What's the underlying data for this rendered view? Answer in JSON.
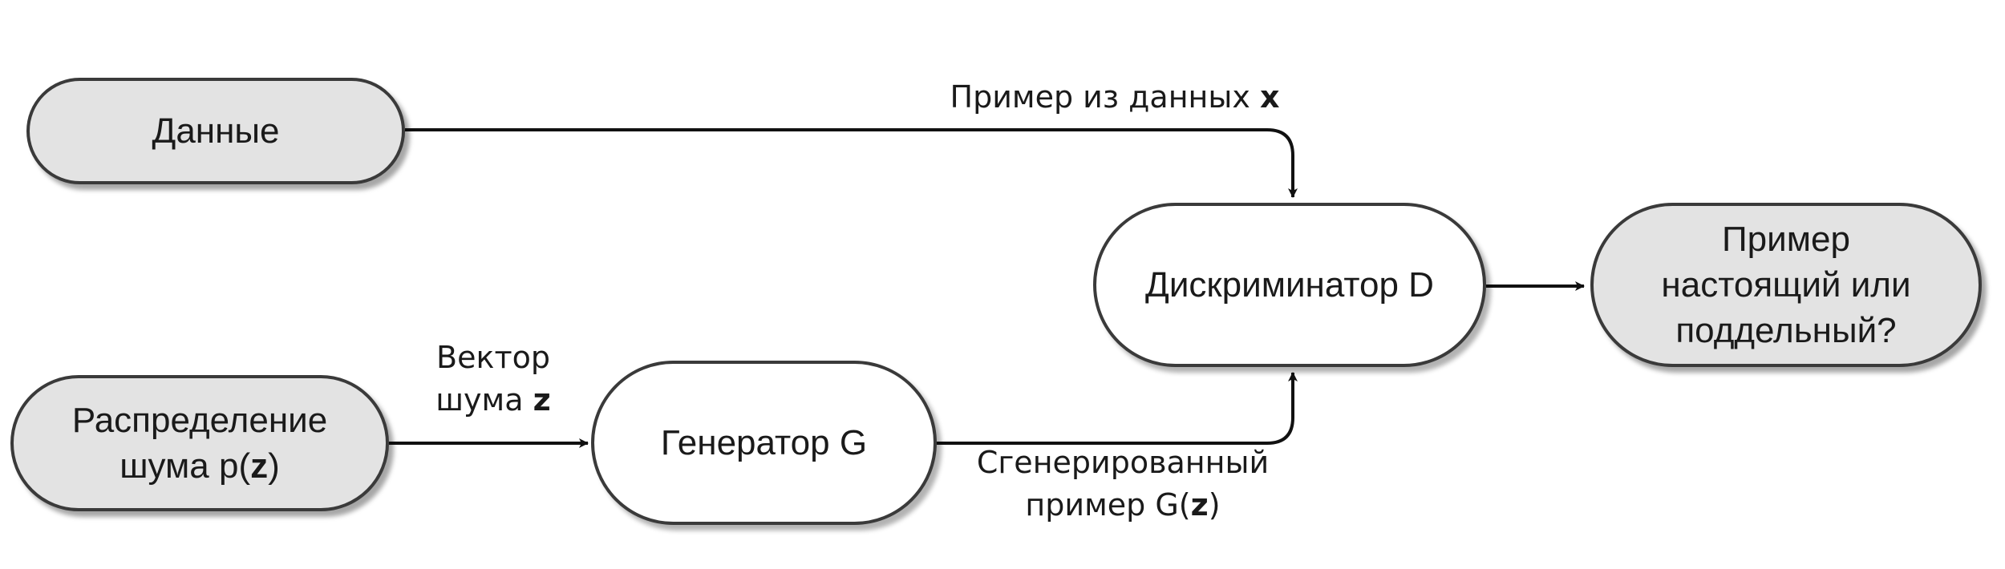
{
  "nodes": {
    "data": {
      "text": "Данные"
    },
    "noise": {
      "line1": "Распределение",
      "line2_pre": "шума p(",
      "line2_var": "z",
      "line2_post": ")"
    },
    "generator": {
      "text": "Генератор G"
    },
    "discriminator": {
      "text": "Дискриминатор D"
    },
    "result": {
      "line1": "Пример",
      "line2": "настоящий или",
      "line3": "поддельный?"
    }
  },
  "edge_labels": {
    "real_sample": {
      "pre": "Пример из данных ",
      "var": "x"
    },
    "noise_vector": {
      "line1": "Вектор",
      "line2_pre": "шума ",
      "line2_var": "z"
    },
    "generated_sample": {
      "line1": "Сгенерированный",
      "line2_pre": "пример G(",
      "line2_var": "z",
      "line2_post": ")"
    }
  },
  "colors": {
    "terminal_fill": "#e3e3e3",
    "process_fill": "#ffffff",
    "stroke": "#3a3a3a",
    "arrow": "#111111"
  }
}
